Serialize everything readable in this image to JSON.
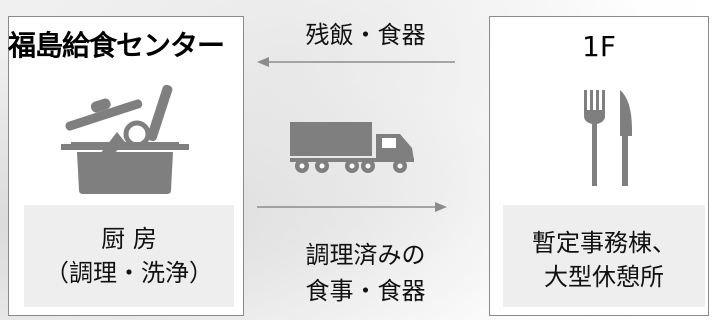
{
  "kitchen": {
    "title": "福島給食センター",
    "room_line1": "厨 房",
    "room_line2": "（調理・洗浄）",
    "icon": "cooking-pot-icon"
  },
  "destination": {
    "title": "1F",
    "facility_line1": "暫定事務棟、",
    "facility_line2": "大型休憩所",
    "icon": "fork-knife-icon"
  },
  "flows": {
    "return_label": "残飯・食器",
    "delivery_line1": "調理済みの",
    "delivery_line2": "食事・食器",
    "transport_icon": "truck-icon"
  },
  "colors": {
    "icon_gray": "#7f7f7f",
    "box_fill": "#eeeeee",
    "arrow": "#8c8c8c"
  }
}
